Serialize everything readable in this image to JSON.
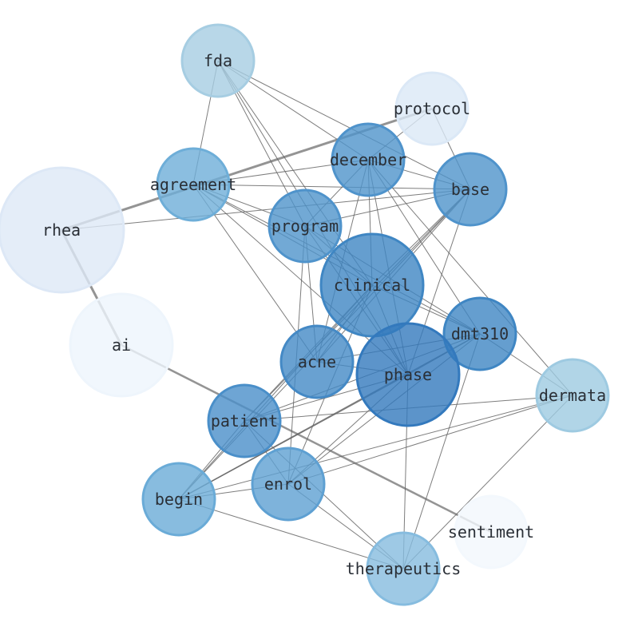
{
  "nodes": [
    {
      "id": "fda",
      "label": "fda",
      "color": "#a6cde2"
    },
    {
      "id": "protocol",
      "label": "protocol",
      "color": "#dbe8f6"
    },
    {
      "id": "december",
      "label": "december",
      "color": "#4f93cb"
    },
    {
      "id": "agreement",
      "label": "agreement",
      "color": "#6eaed8"
    },
    {
      "id": "base",
      "label": "base",
      "color": "#4f93cb"
    },
    {
      "id": "rhea",
      "label": "rhea",
      "color": "#dde8f6"
    },
    {
      "id": "program",
      "label": "program",
      "color": "#4f93cb"
    },
    {
      "id": "clinical",
      "label": "clinical",
      "color": "#3f86c3"
    },
    {
      "id": "dmt310",
      "label": "dmt310",
      "color": "#3f86c3"
    },
    {
      "id": "ai",
      "label": "ai",
      "color": "#eef5fc"
    },
    {
      "id": "acne",
      "label": "acne",
      "color": "#4489c5"
    },
    {
      "id": "phase",
      "label": "phase",
      "color": "#3379bd"
    },
    {
      "id": "dermata",
      "label": "dermata",
      "color": "#9ecae1"
    },
    {
      "id": "patient",
      "label": "patient",
      "color": "#4a8fc9"
    },
    {
      "id": "enrol",
      "label": "enrol",
      "color": "#5ea0d2"
    },
    {
      "id": "begin",
      "label": "begin",
      "color": "#6aabd7"
    },
    {
      "id": "sentiment",
      "label": "sentiment",
      "color": "#f3f8fd"
    },
    {
      "id": "therapeutics",
      "label": "therapeutics",
      "color": "#86bcdf"
    }
  ],
  "edges": [
    [
      "rhea",
      "protocol",
      3
    ],
    [
      "rhea",
      "base",
      1
    ],
    [
      "rhea",
      "ai",
      3
    ],
    [
      "ai",
      "sentiment",
      2.5
    ],
    [
      "fda",
      "agreement",
      1
    ],
    [
      "fda",
      "december",
      1
    ],
    [
      "fda",
      "base",
      1
    ],
    [
      "fda",
      "program",
      1
    ],
    [
      "fda",
      "phase",
      1
    ],
    [
      "fda",
      "clinical",
      1
    ],
    [
      "agreement",
      "december",
      1
    ],
    [
      "agreement",
      "base",
      1
    ],
    [
      "agreement",
      "program",
      1
    ],
    [
      "agreement",
      "clinical",
      1
    ],
    [
      "agreement",
      "phase",
      1
    ],
    [
      "agreement",
      "dmt310",
      1
    ],
    [
      "agreement",
      "acne",
      1
    ],
    [
      "december",
      "program",
      1
    ],
    [
      "december",
      "base",
      1
    ],
    [
      "december",
      "clinical",
      1
    ],
    [
      "december",
      "phase",
      1
    ],
    [
      "december",
      "acne",
      1
    ],
    [
      "december",
      "dmt310",
      1
    ],
    [
      "december",
      "protocol",
      1
    ],
    [
      "december",
      "dermata",
      1
    ],
    [
      "protocol",
      "base",
      1
    ],
    [
      "base",
      "program",
      1
    ],
    [
      "base",
      "clinical",
      1
    ],
    [
      "base",
      "patient",
      1
    ],
    [
      "base",
      "begin",
      1
    ],
    [
      "base",
      "acne",
      1
    ],
    [
      "base",
      "phase",
      1
    ],
    [
      "program",
      "clinical",
      1
    ],
    [
      "program",
      "phase",
      1
    ],
    [
      "program",
      "dmt310",
      1
    ],
    [
      "program",
      "acne",
      1
    ],
    [
      "program",
      "enrol",
      1
    ],
    [
      "clinical",
      "phase",
      1
    ],
    [
      "clinical",
      "dmt310",
      1
    ],
    [
      "clinical",
      "patient",
      1
    ],
    [
      "clinical",
      "begin",
      1
    ],
    [
      "clinical",
      "enrol",
      1
    ],
    [
      "clinical",
      "acne",
      1
    ],
    [
      "dmt310",
      "phase",
      1
    ],
    [
      "dmt310",
      "acne",
      1
    ],
    [
      "dmt310",
      "patient",
      1
    ],
    [
      "dmt310",
      "begin",
      1.5
    ],
    [
      "dmt310",
      "enrol",
      1
    ],
    [
      "dmt310",
      "dermata",
      1
    ],
    [
      "dmt310",
      "therapeutics",
      1
    ],
    [
      "phase",
      "acne",
      1
    ],
    [
      "phase",
      "patient",
      1
    ],
    [
      "phase",
      "begin",
      1
    ],
    [
      "phase",
      "enrol",
      1
    ],
    [
      "phase",
      "therapeutics",
      1
    ],
    [
      "patient",
      "dermata",
      1
    ],
    [
      "patient",
      "begin",
      1
    ],
    [
      "patient",
      "enrol",
      1
    ],
    [
      "patient",
      "therapeutics",
      1
    ],
    [
      "enrol",
      "dermata",
      1
    ],
    [
      "enrol",
      "begin",
      1
    ],
    [
      "enrol",
      "therapeutics",
      1
    ],
    [
      "begin",
      "dermata",
      1
    ],
    [
      "begin",
      "therapeutics",
      1
    ],
    [
      "dermata",
      "therapeutics",
      1
    ]
  ]
}
